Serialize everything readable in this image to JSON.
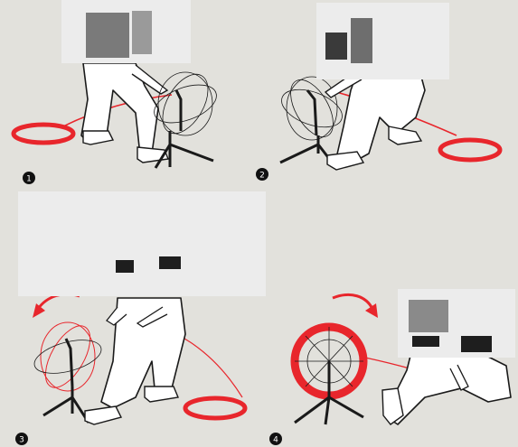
{
  "steps": [
    {
      "number": "1"
    },
    {
      "number": "2"
    },
    {
      "number": "3"
    },
    {
      "number": "4"
    }
  ],
  "colors": {
    "background": "#e2e1dc",
    "cable": "#e8262c",
    "figure_stroke": "#1a1a1a",
    "figure_fill": "#ffffff",
    "badge": "#111111",
    "redacted_box": "#ececec"
  },
  "icons": [
    "rotation-arrow-icon",
    "cable-coil-icon",
    "reel-stand-icon"
  ]
}
